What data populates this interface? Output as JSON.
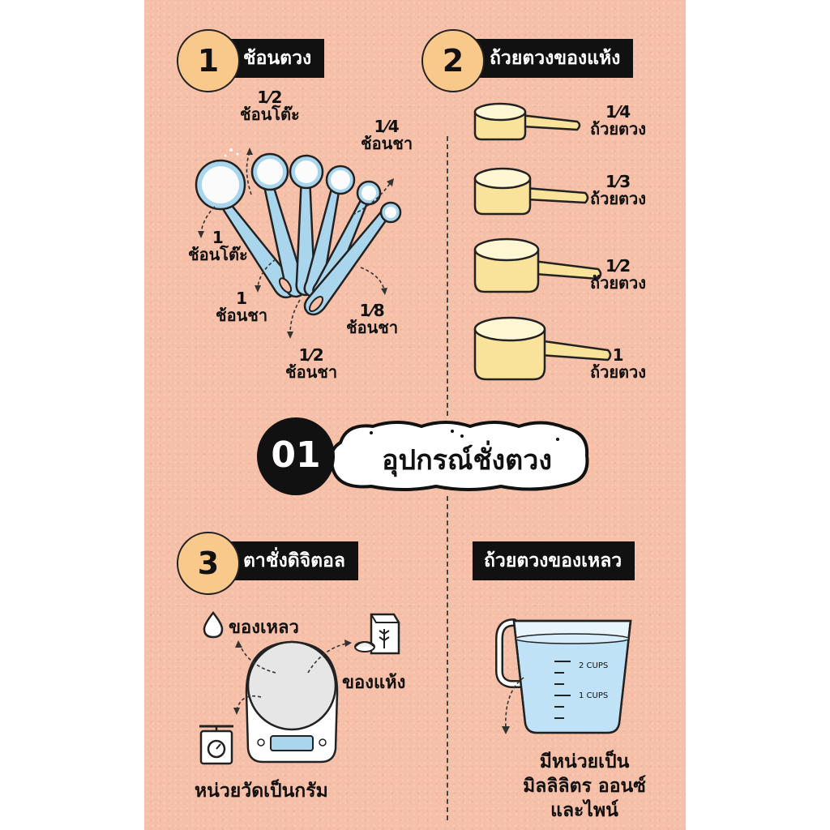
{
  "sections": {
    "s1": {
      "number": "1",
      "title": "ช้อนตวง"
    },
    "s2": {
      "number": "2",
      "title": "ถ้วยตวงของแห้ง"
    },
    "s3": {
      "number": "3",
      "title": "ตาชั่งดิจิตอล"
    },
    "s4": {
      "title": "ถ้วยตวงของเหลว"
    }
  },
  "spoons": [
    {
      "fraction": "1⁄2",
      "unit": "ช้อนโต๊ะ"
    },
    {
      "fraction": "1⁄4",
      "unit": "ช้อนชา"
    },
    {
      "fraction": "1",
      "unit": "ช้อนโต๊ะ"
    },
    {
      "fraction": "1",
      "unit": "ช้อนชา"
    },
    {
      "fraction": "1⁄8",
      "unit": "ช้อนชา"
    },
    {
      "fraction": "1⁄2",
      "unit": "ช้อนชา"
    }
  ],
  "dry_cups": [
    {
      "fraction": "1⁄4",
      "unit": "ถ้วยตวง"
    },
    {
      "fraction": "1⁄3",
      "unit": "ถ้วยตวง"
    },
    {
      "fraction": "1⁄2",
      "unit": "ถ้วยตวง"
    },
    {
      "fraction": "1",
      "unit": "ถ้วยตวง"
    }
  ],
  "banner": {
    "number": "01",
    "title": "อุปกรณ์ชั่งตวง"
  },
  "scale": {
    "liquid": "ของเหลว",
    "dry": "ของแห้ง",
    "unit_note": "หน่วยวัดเป็นกรัม"
  },
  "jug": {
    "mark_2": "2 CUPS",
    "mark_1": "1 CUPS",
    "note_line1": "มีหน่วยเป็น",
    "note_line2": "มิลลิลิตร ออนซ์",
    "note_line3": "และไพน์"
  },
  "colors": {
    "background": "#f6bfa7",
    "accent": "#f9c98c",
    "spoon": "#a9d6ec",
    "cup": "#f9e29a",
    "liquid": "#bfe2f6"
  }
}
